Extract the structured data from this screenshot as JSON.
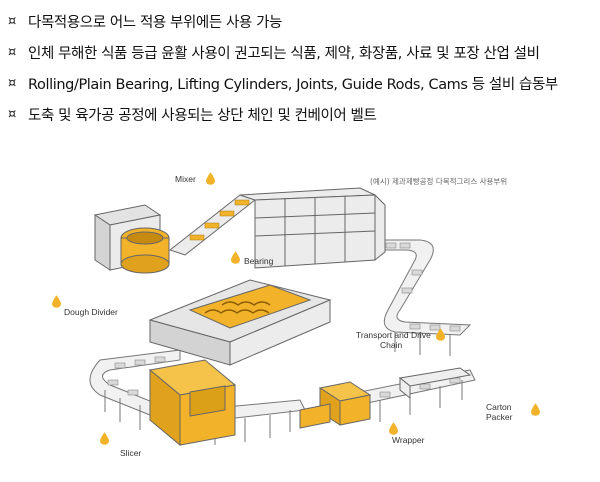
{
  "bullets": [
    "다목적용으로 어느 적용 부위에든 사용 가능",
    "인체 무해한 식품 등급 윤활 사용이 권고되는 식품, 제약, 화장품, 사료 및 포장 산업 설비",
    "Rolling/Plain Bearing, Lifting Cylinders, Joints, Guide Rods, Cams 등 설비 습동부",
    "도축 및 육가공 공정에 사용되는 상단 체인 및 컨베이어 벨트"
  ],
  "bullet_mark": "¤",
  "diagram": {
    "caption": "(예시) 제과제빵공정 다목적그리스 사용부위",
    "labels": {
      "mixer": "Mixer",
      "bearing": "Bearing",
      "dough_divider": "Dough Divider",
      "transport_line1": "Transport and Drive",
      "transport_line2": "Chain",
      "carton_line1": "Carton",
      "carton_line2": "Packer",
      "wrapper": "Wrapper",
      "slicer": "Slicer"
    },
    "colors": {
      "accent": "#f2b32a",
      "machine": "#e9e9e9",
      "outline": "#666666"
    }
  }
}
